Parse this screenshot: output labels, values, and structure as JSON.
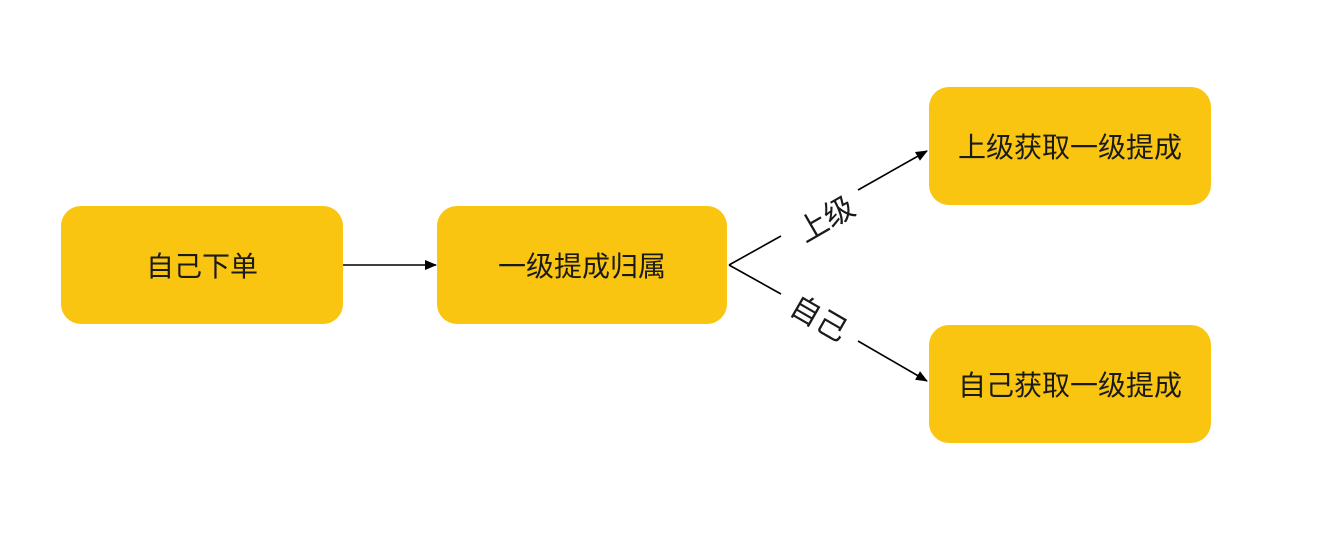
{
  "colors": {
    "node_fill": "#f9c511",
    "edge": "#000000",
    "text": "#1a1a1a"
  },
  "nodes": {
    "order": "自己下单",
    "attribution": "一级提成归属",
    "upper_gets": "上级获取一级提成",
    "self_gets": "自己获取一级提成"
  },
  "edges": {
    "to_upper_label": "上级",
    "to_self_label": "自己"
  }
}
